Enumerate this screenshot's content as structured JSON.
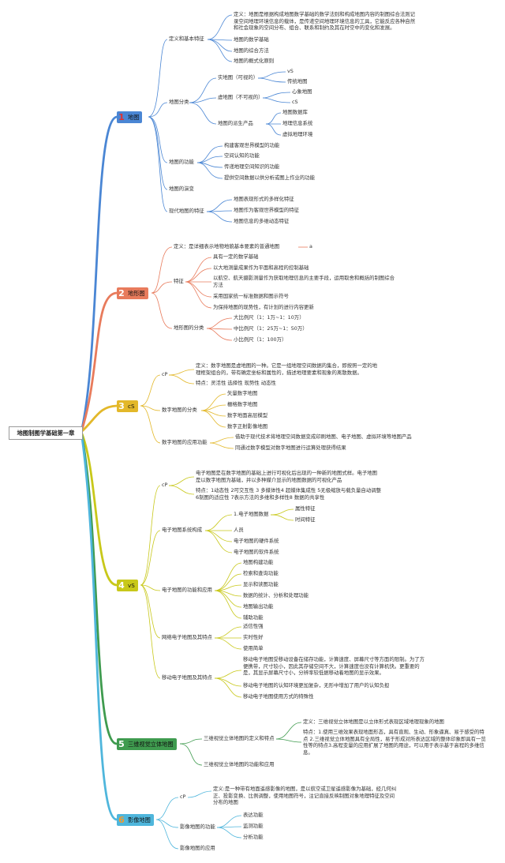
{
  "root": "地图制图学基础第一章",
  "colors": {
    "c1": "#4a86d4",
    "c2": "#e87b5c",
    "c3": "#e3b82a",
    "c4": "#c8c81a",
    "c5": "#3f9b4f",
    "c6": "#4fb6dc"
  },
  "b1": {
    "num": "1",
    "label": "地图",
    "d1": "定义和基本特征",
    "d1a": "定义：地图是根据构成地图数学基础的数学法则和构成地图内容的制图综合法则记录空间地理环境信息的载体，是传递空间地理环境信息的工具，它能反应各种自然和社会现象的空间分布、组合、联系和制约及其在时空中的变化和发展。",
    "d1b": "地图的数学基础",
    "d1c": "地图的综合方法",
    "d1d": "地图的概式化原则",
    "d2": "地图分类",
    "d2a": "实地图（可视的）",
    "d2a1": "vS",
    "d2a2": "传统地图",
    "d2b": "虚地图（不可视的）",
    "d2b1": "心象地图",
    "d2b2": "cS",
    "d2c": "地图的派生产品",
    "d2c1": "地图数据库",
    "d2c2": "地理信息系统",
    "d2c3": "虚拟地理环境",
    "d3": "地图的功能",
    "d3a": "构建客观世界模型的功能",
    "d3b": "空间认知的功能",
    "d3c": "传递地理空间知识的功能",
    "d3d": "提供空间数据以供分析或图上作业的功能",
    "d4": "地图的演变",
    "d5": "现代地图的特征",
    "d5a": "地图表现形式的多样化特征",
    "d5b": "地图作为客观世界模型的特征",
    "d5c": "地图信息的多维动态特征"
  },
  "b2": {
    "num": "2",
    "label": "地形图",
    "d1": "定义：是详细表示地物地貌基本要素的普通地图",
    "d1tag": "a",
    "d2": "特征",
    "d2a": "具有一定的数学基础",
    "d2b": "以大地测量成果作为平面和高程的控制基础",
    "d2c": "以航空、航天摄影测量作为获取地理信息的主要手段，运用取舍和概括的制图综合方法",
    "d2d": "采用国家统一标准数据和图示符号",
    "d2e": "为保持地图的现势性，有计划的进行内容更新",
    "d3": "地形图的分类",
    "d3a": "大比例尺（1：1万~1：10万）",
    "d3b": "中比例尺（1：25万~1：50万）",
    "d3c": "小比例尺（1：100万）"
  },
  "b3": {
    "num": "3",
    "label": "cS",
    "d1": "cP",
    "d1a": "定义：数字地图是虚地图的一种。它是一组地理空间数据的集合，即按照一定的地理框架组合的，带有确定坐标和属性的，描述地理要素和现象的离散数据。",
    "d1b": "特点：灵活性 选择性 现势性 动态性",
    "d2": "数字地图的分类",
    "d2a": "矢量数字地图",
    "d2b": "栅格数字地图",
    "d2c": "数字地面高层模型",
    "d2d": "数字正射影像地图",
    "d3": "数字地图的应用功能",
    "d3a": "借助于现代技术将地理空间数据变成印刷地图、电子地图、虚拟环境等地图产品",
    "d3b": "同通过数字模型对数字地图进行运算处理获得结果"
  },
  "b4": {
    "num": "4",
    "label": "vS",
    "d1": "cP",
    "d1a": "电子地图是在数字地图的基础上进行可视化后出现的一种新的地图式样。电子地图是以数字地图为基础，并以多种媒介显示的地图数据的可视化产品",
    "d1b": "特点：1动态性 2可交互性 3 多媒体性4 超媒体集成性 5无极缩放与载负量自动调整 6制图的适应性 7表示方法的多维和多样性8 数据的共享性",
    "d2": "电子地图系统构成",
    "d2a": "1.电子地图数据",
    "d2a1": "属性特征",
    "d2a2": "时间特征",
    "d2b": "人员",
    "d2c": "电子地图的硬件系统",
    "d2d": "电子地图的软件系统",
    "d3": "电子地图的功能和应用",
    "d3a": "地图构建功能",
    "d3b": "检索和查询功能",
    "d3c": "显示和读图功能",
    "d3d": "数据的统计、分析和处理功能",
    "d3e": "地图输出功能",
    "d3f": "辅助功能",
    "d4": "网络电子地图及其特点",
    "d4a": "适信性强",
    "d4b": "实时性好",
    "d4c": "使用简单",
    "d5": "移动电子地图及其特点",
    "d5a": "移动电子地图受移动设备在储存功能，计算速度、屏幕尺寸等方面的限制。为了方便携带，尺寸较小，因此其存储空间不大，计算速度也没有计算机快。更重要的是，其显示屏幕尺寸小，分辨率较低据移动着地图的显示效果。",
    "d5b": "移动电子地图的认知环境更加复杂，无形中增加了用户的认知负担",
    "d5c": "移动电子地图使用方式的特殊性"
  },
  "b5": {
    "num": "5",
    "label": "三维视觉立体地图",
    "d1": "三维视觉立体地图的定义和特点",
    "d1a": "定义：三维视觉立体地图是以立体形式表现区域地理现象的地图",
    "d1b": "特点：1.使用三维效果表现地面形态，具有直观、生动、形象逼真、易于感受的特点 2.三维视觉立体地图具有全局性，易于形成对所表达区域的整体印象即具有一览性等的特点3.高程变量的应用扩展了地图的用途，可以用于表示基于高程的多维信息。",
    "d2": "三维视觉立体地图的功能和应用"
  },
  "b6": {
    "num": "6",
    "label": "影像地图",
    "d1": "cP",
    "d1a": "定义:是一种带有地面遥感影像的地图，是以航空或卫星遥感影像为基础，经几何纠正、投影变换、比例调整，使用地图符号，注记直接反映制图对象地理特征及空间分布的地图",
    "d2": "影像地图的功能",
    "d2a": "表达功能",
    "d2b": "监测功能",
    "d2c": "分析功能",
    "d3": "影像地图的应用"
  }
}
